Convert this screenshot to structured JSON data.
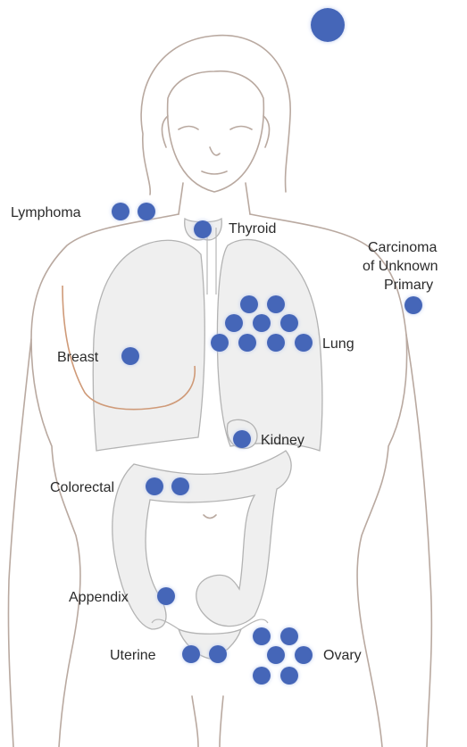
{
  "labels": {
    "lymphoma": "Lymphoma",
    "thyroid": "Thyroid",
    "cup_line1": "Carcinoma",
    "cup_line2": "of Unknown",
    "cup_line3": "Primary",
    "breast": "Breast",
    "lung": "Lung",
    "kidney": "Kidney",
    "colorectal": "Colorectal",
    "appendix": "Appendix",
    "uterine": "Uterine",
    "ovary": "Ovary"
  },
  "marker_counts": {
    "legend_top": 1,
    "lymphoma": 2,
    "thyroid": 1,
    "carcinoma_of_unknown_primary": 1,
    "breast": 1,
    "lung": 9,
    "kidney": 1,
    "colorectal": 2,
    "appendix": 1,
    "uterine": 2,
    "ovary": 6
  },
  "colors": {
    "marker": "#4466b8",
    "marker_glow": "#c9d6f2",
    "body_outline": "#b9a9a0",
    "organ_fill": "#efefef",
    "breast_outline": "#cf9a78",
    "label_text": "#2b2b2b"
  }
}
